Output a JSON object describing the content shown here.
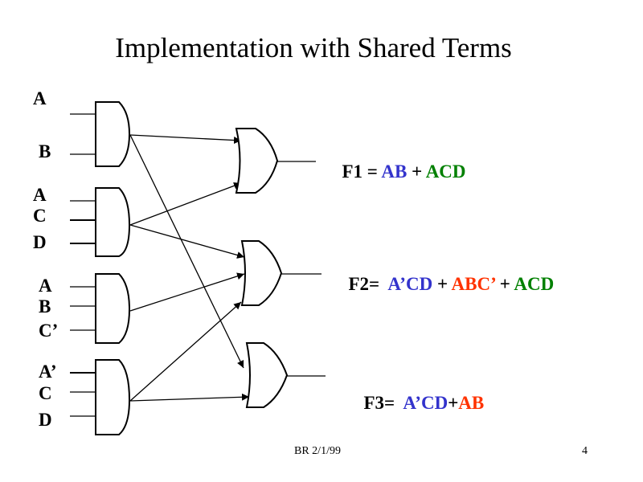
{
  "slide": {
    "title": "Implementation with Shared Terms",
    "footer_text": "BR 2/1/99",
    "page_number": "4"
  },
  "inputs": {
    "gate1": [
      "A",
      "B"
    ],
    "gate2": [
      "A",
      "C",
      "D"
    ],
    "gate3": [
      "A",
      "B",
      "C’"
    ],
    "gate4": [
      "A’",
      "C",
      "D"
    ]
  },
  "gates": {
    "and_gates": [
      "AB",
      "ACD",
      "ABC’",
      "A’CD"
    ],
    "or_gates": [
      "F1",
      "F2",
      "F3"
    ]
  },
  "equations": {
    "f1": {
      "lhs": "F1 = ",
      "terms": [
        {
          "text": "AB",
          "color": "blue"
        },
        {
          "text": " + ",
          "color": "black"
        },
        {
          "text": "ACD",
          "color": "green"
        }
      ]
    },
    "f2": {
      "lhs": "F2=  ",
      "terms": [
        {
          "text": "A’CD",
          "color": "blue"
        },
        {
          "text": " + ",
          "color": "black"
        },
        {
          "text": "ABC’",
          "color": "red"
        },
        {
          "text": " + ",
          "color": "black"
        },
        {
          "text": "ACD",
          "color": "green"
        }
      ]
    },
    "f3": {
      "lhs": "F3=  ",
      "terms": [
        {
          "text": "A’CD",
          "color": "blue"
        },
        {
          "text": "+",
          "color": "black"
        },
        {
          "text": "AB",
          "color": "red"
        }
      ]
    }
  },
  "colors": {
    "blue": "#3333cc",
    "green": "#008000",
    "red": "#ff3300",
    "black": "#000000"
  }
}
